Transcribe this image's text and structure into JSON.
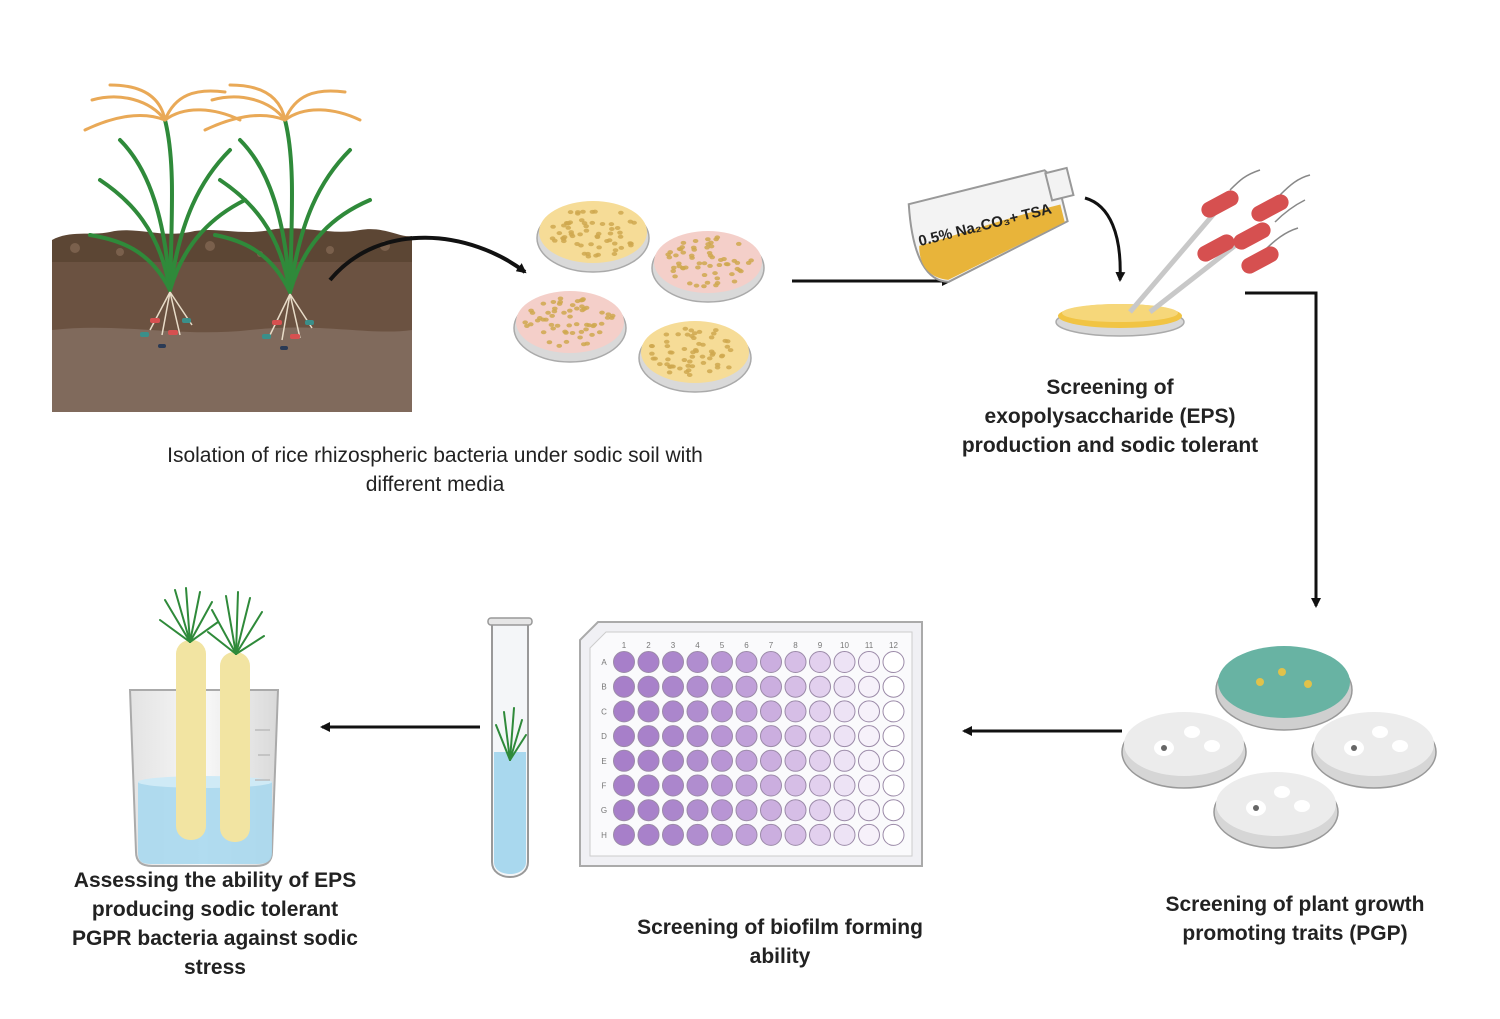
{
  "diagram": {
    "flask_label": "0.5% Na₂CO₃+ TSA",
    "plate_cols": [
      "1",
      "2",
      "3",
      "4",
      "5",
      "6",
      "7",
      "8",
      "9",
      "10",
      "11",
      "12"
    ],
    "plate_rows": [
      "A",
      "B",
      "C",
      "D",
      "E",
      "F",
      "G",
      "H"
    ],
    "well_colors": [
      "#a77fc9",
      "#a881ca",
      "#ab86cc",
      "#b08dcf",
      "#b895d4",
      "#c0a0d9",
      "#cbaedf",
      "#d6bee6",
      "#e2d0ee",
      "#ede3f5",
      "#f6f1fa",
      "#ffffff"
    ],
    "colors": {
      "grain": "#e9a957",
      "leaf": "#2f8a3a",
      "soil_top": "#5c4634",
      "soil_mid": "#6b5241",
      "soil_bottom": "#806a5c",
      "agar_pink": "#f4cfc9",
      "agar_yellow": "#f6dc97",
      "colony": "#cfa84f",
      "broth": "#e8b43a",
      "bacteria": "#d65050",
      "pgp_green": "#68b3a3",
      "water": "#a9d8ee",
      "root": "#f2e4a2",
      "arrow": "#111111"
    }
  },
  "captions": {
    "isolation": [
      "Isolation of  rice rhizospheric bacteria  under sodic soil with",
      "different media"
    ],
    "eps": [
      "Screening of",
      "exopolysaccharide (EPS)",
      "production and sodic tolerant"
    ],
    "pgp": [
      "Screening of plant growth",
      "promoting traits (PGP)"
    ],
    "biofilm": [
      "Screening of biofilm forming",
      "ability"
    ],
    "assess": [
      "Assessing the ability of EPS",
      "producing sodic tolerant",
      "PGPR bacteria against sodic",
      "stress"
    ]
  }
}
